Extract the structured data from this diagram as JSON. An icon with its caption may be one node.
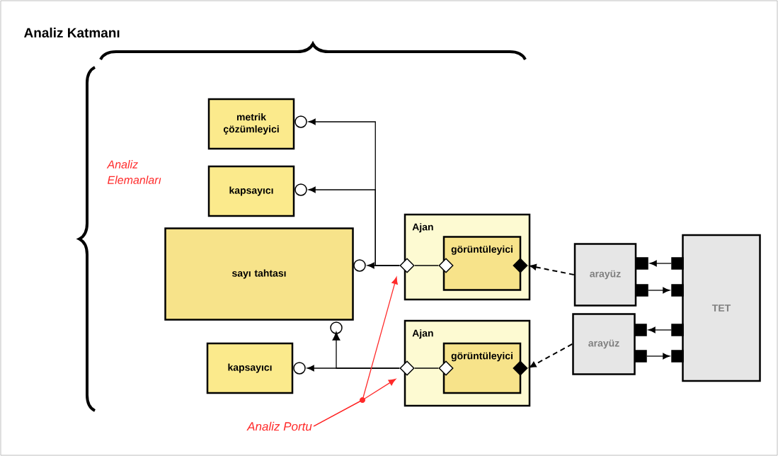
{
  "diagram": {
    "title": "Analiz Katmanı",
    "nodes": [
      {
        "text": [
          "metrik çözümleyici"
        ]
      },
      {
        "text": [
          "kapsayıcı"
        ]
      },
      {
        "text": [
          "sayı tahtası"
        ]
      },
      {
        "text": [
          "kapsayıcı"
        ]
      },
      {
        "text": [
          "Ajan"
        ]
      },
      {
        "text": [
          "görüntüleyici"
        ],
        "in": 4
      },
      {
        "text": [
          "Ajan"
        ]
      },
      {
        "text": [
          "görüntüleyici"
        ],
        "in": 6
      },
      {
        "text": [
          "arayüz"
        ]
      },
      {
        "text": [
          "arayüz"
        ]
      },
      {
        "text": [
          "TET"
        ]
      },
      {
        "text": [
          "Analiz Portu"
        ]
      },
      {
        "text": [],
        "shape": "circle"
      },
      {
        "text": [],
        "shape": "circle"
      },
      {
        "text": [],
        "shape": "circle"
      },
      {
        "text": [],
        "shape": "circle"
      },
      {
        "text": [],
        "shape": "circle"
      },
      {
        "text": [],
        "shape": "diamond"
      },
      {
        "text": [],
        "shape": "diamond"
      },
      {
        "text": [],
        "shape": "diamond",
        "in": 4
      },
      {
        "text": [],
        "shape": "diamond",
        "in": 6
      },
      {
        "text": [],
        "shape": "diamond",
        "in": 4
      },
      {
        "text": [],
        "shape": "diamond",
        "in": 6
      },
      {
        "text": [],
        "shape": "box"
      },
      {
        "text": [],
        "shape": "box"
      },
      {
        "text": [],
        "shape": "box"
      },
      {
        "text": [],
        "shape": "box"
      },
      {
        "text": [],
        "shape": "box"
      },
      {
        "text": [],
        "shape": "box"
      },
      {
        "text": [],
        "shape": "box"
      },
      {
        "text": [],
        "shape": "box"
      }
    ],
    "edges": [
      {
        "from": 17,
        "to": 12,
        "arrow": "to"
      },
      {
        "from": 17,
        "to": 13,
        "arrow": "to"
      },
      {
        "from": 17,
        "to": 14,
        "arrow": "to"
      },
      {
        "from": 18,
        "to": 16,
        "arrow": "to"
      },
      {
        "from": 18,
        "to": 15,
        "arrow": "to"
      },
      {
        "from": 17,
        "to": 19,
        "arrow": "none"
      },
      {
        "from": 18,
        "to": 20,
        "arrow": "none"
      },
      {
        "from": 8,
        "to": 21,
        "arrow": "to",
        "style": "dashed"
      },
      {
        "from": 9,
        "to": 22,
        "arrow": "to",
        "style": "dashed"
      },
      {
        "from": 27,
        "to": 23,
        "arrow": "to"
      },
      {
        "from": 24,
        "to": 28,
        "arrow": "to"
      },
      {
        "from": 29,
        "to": 25,
        "arrow": "to"
      },
      {
        "from": 26,
        "to": 30,
        "arrow": "to"
      },
      {
        "from": 11,
        "to": 17,
        "arrow": "to",
        "color": "#ff2a2a"
      },
      {
        "from": 11,
        "to": 18,
        "arrow": "to",
        "color": "#ff2a2a"
      }
    ],
    "labels": [
      "Analiz Elemanları"
    ]
  }
}
